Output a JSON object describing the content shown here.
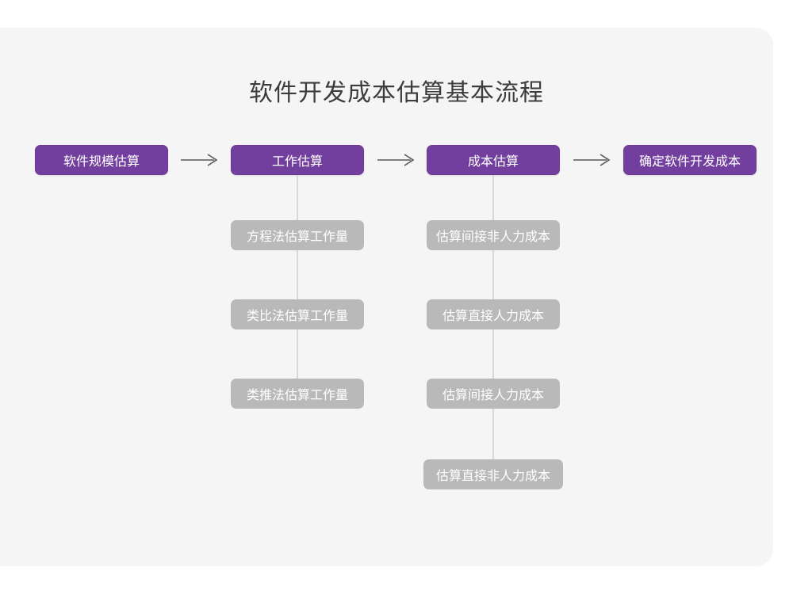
{
  "diagram": {
    "title": "软件开发成本估算基本流程",
    "colors": {
      "canvas": "#ffffff",
      "card_background": "#f5f5f5",
      "primary_node": "#733f9e",
      "secondary_node": "#b9b9b9",
      "node_text": "#ffffff",
      "title_text": "#3c3c3c",
      "connector": "#d8d8d8",
      "arrow": "#58585a"
    },
    "main_flow": [
      {
        "label": "软件规模估算"
      },
      {
        "label": "工作估算"
      },
      {
        "label": "成本估算"
      },
      {
        "label": "确定软件开发成本"
      }
    ],
    "arrows": [
      {
        "name": "arrow-1",
        "glyph": "→"
      },
      {
        "name": "arrow-2",
        "glyph": "→"
      },
      {
        "name": "arrow-3",
        "glyph": "→"
      }
    ],
    "branches": [
      {
        "parent": "工作估算",
        "items": [
          "方程法估算工作量",
          "类比法估算工作量",
          "类推法估算工作量"
        ]
      },
      {
        "parent": "成本估算",
        "items": [
          "估算间接非人力成本",
          "估算直接人力成本",
          "估算间接人力成本",
          "估算直接非人力成本"
        ]
      }
    ]
  }
}
